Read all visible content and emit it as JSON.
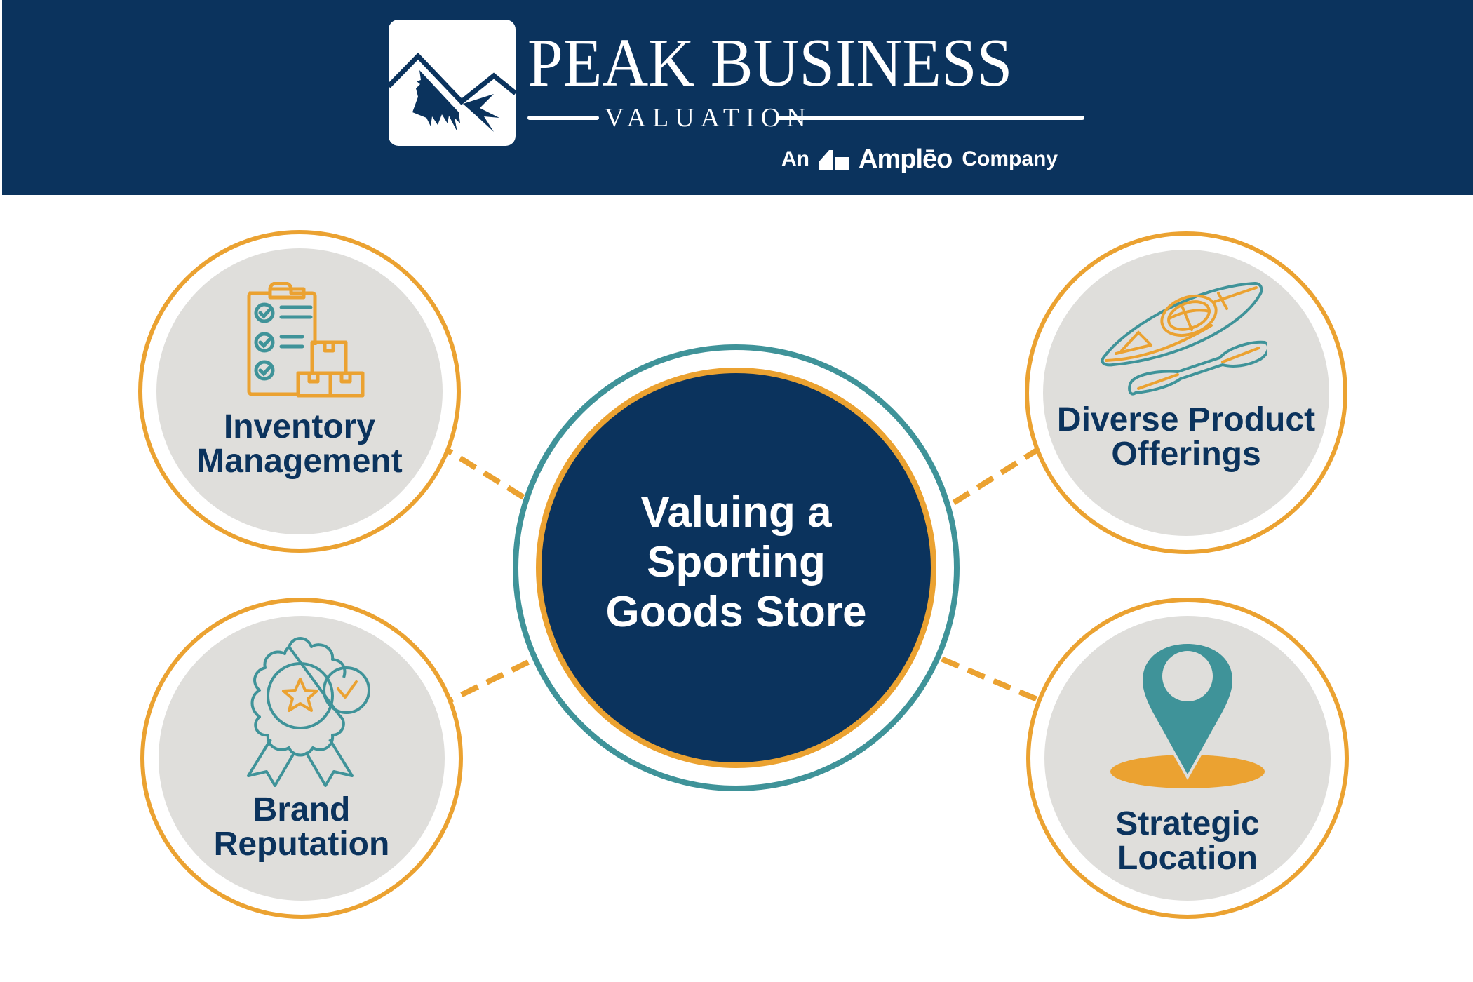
{
  "header": {
    "brand_name": "PEAK BUSINESS",
    "brand_subtitle": "VALUATION",
    "parent_prefix": "An",
    "parent_name": "Amplēo",
    "parent_suffix": "Company",
    "logo_icon": "mountain-peaks-icon",
    "parent_logo_icon": "ampleo-mark-icon"
  },
  "hub": {
    "title_lines": [
      "Valuing a",
      "Sporting",
      "Goods Store"
    ]
  },
  "nodes": [
    {
      "id": "inventory",
      "lines": [
        "Inventory",
        "Management"
      ],
      "icon": "clipboard-boxes-icon"
    },
    {
      "id": "product",
      "lines": [
        "Diverse Product",
        "Offerings"
      ],
      "icon": "kayak-paddle-icon"
    },
    {
      "id": "brand",
      "lines": [
        "Brand",
        "Reputation"
      ],
      "icon": "award-ribbon-check-icon"
    },
    {
      "id": "location",
      "lines": [
        "Strategic",
        "Location"
      ],
      "icon": "map-pin-icon"
    }
  ],
  "colors": {
    "navy": "#0b335d",
    "orange": "#eba231",
    "teal": "#3f9399",
    "gray": "#dfdedb",
    "white": "#ffffff"
  }
}
